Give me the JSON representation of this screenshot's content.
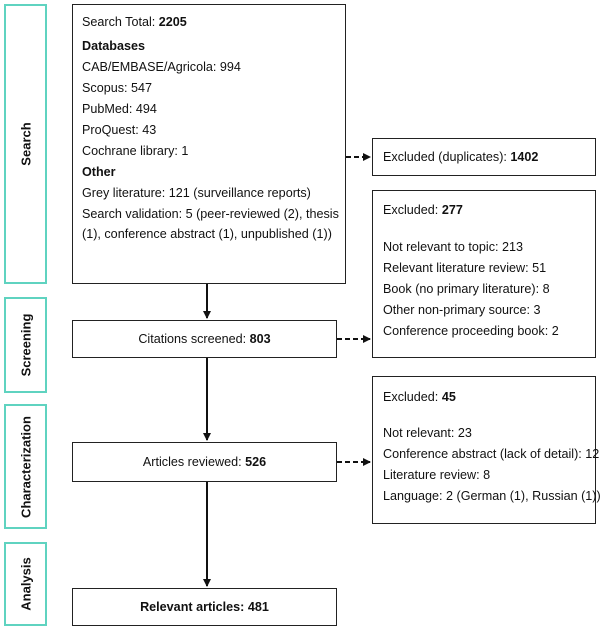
{
  "phases": [
    "Search",
    "Screening",
    "Characterization",
    "Analysis"
  ],
  "search_box": {
    "total_label": "Search Total:",
    "total": "2205",
    "databases_heading": "Databases",
    "databases": [
      {
        "name": "CAB/EMBASE/Agricola:",
        "count": "994"
      },
      {
        "name": "Scopus:",
        "count": "547"
      },
      {
        "name": "PubMed:",
        "count": "494"
      },
      {
        "name": "ProQuest:",
        "count": "43"
      },
      {
        "name": "Cochrane library:",
        "count": "1"
      }
    ],
    "other_heading": "Other",
    "other": [
      "Grey literature: 121 (surveillance reports)",
      "Search validation: 5 (peer-reviewed (2), thesis",
      "(1), conference abstract (1), unpublished (1))"
    ]
  },
  "screened": {
    "label": "Citations screened:",
    "count": "803"
  },
  "reviewed": {
    "label": "Articles reviewed:",
    "count": "526"
  },
  "relevant": {
    "label": "Relevant articles:",
    "count": "481"
  },
  "excluded_duplicates": {
    "label": "Excluded (duplicates):",
    "count": "1402"
  },
  "excluded_screening": {
    "label": "Excluded:",
    "count": "277",
    "reasons": [
      "Not relevant to topic: 213",
      "Relevant literature review: 51",
      "Book (no primary literature): 8",
      "Other non-primary source: 3",
      "Conference proceeding book: 2"
    ]
  },
  "excluded_review": {
    "label": "Excluded:",
    "count": "45",
    "reasons": [
      "Not relevant: 23",
      "Conference abstract (lack of detail): 12",
      "Literature review: 8",
      "Language: 2 (German (1), Russian (1))"
    ]
  },
  "colors": {
    "phase_border": "#5fd3c0",
    "box_border": "#222222"
  }
}
